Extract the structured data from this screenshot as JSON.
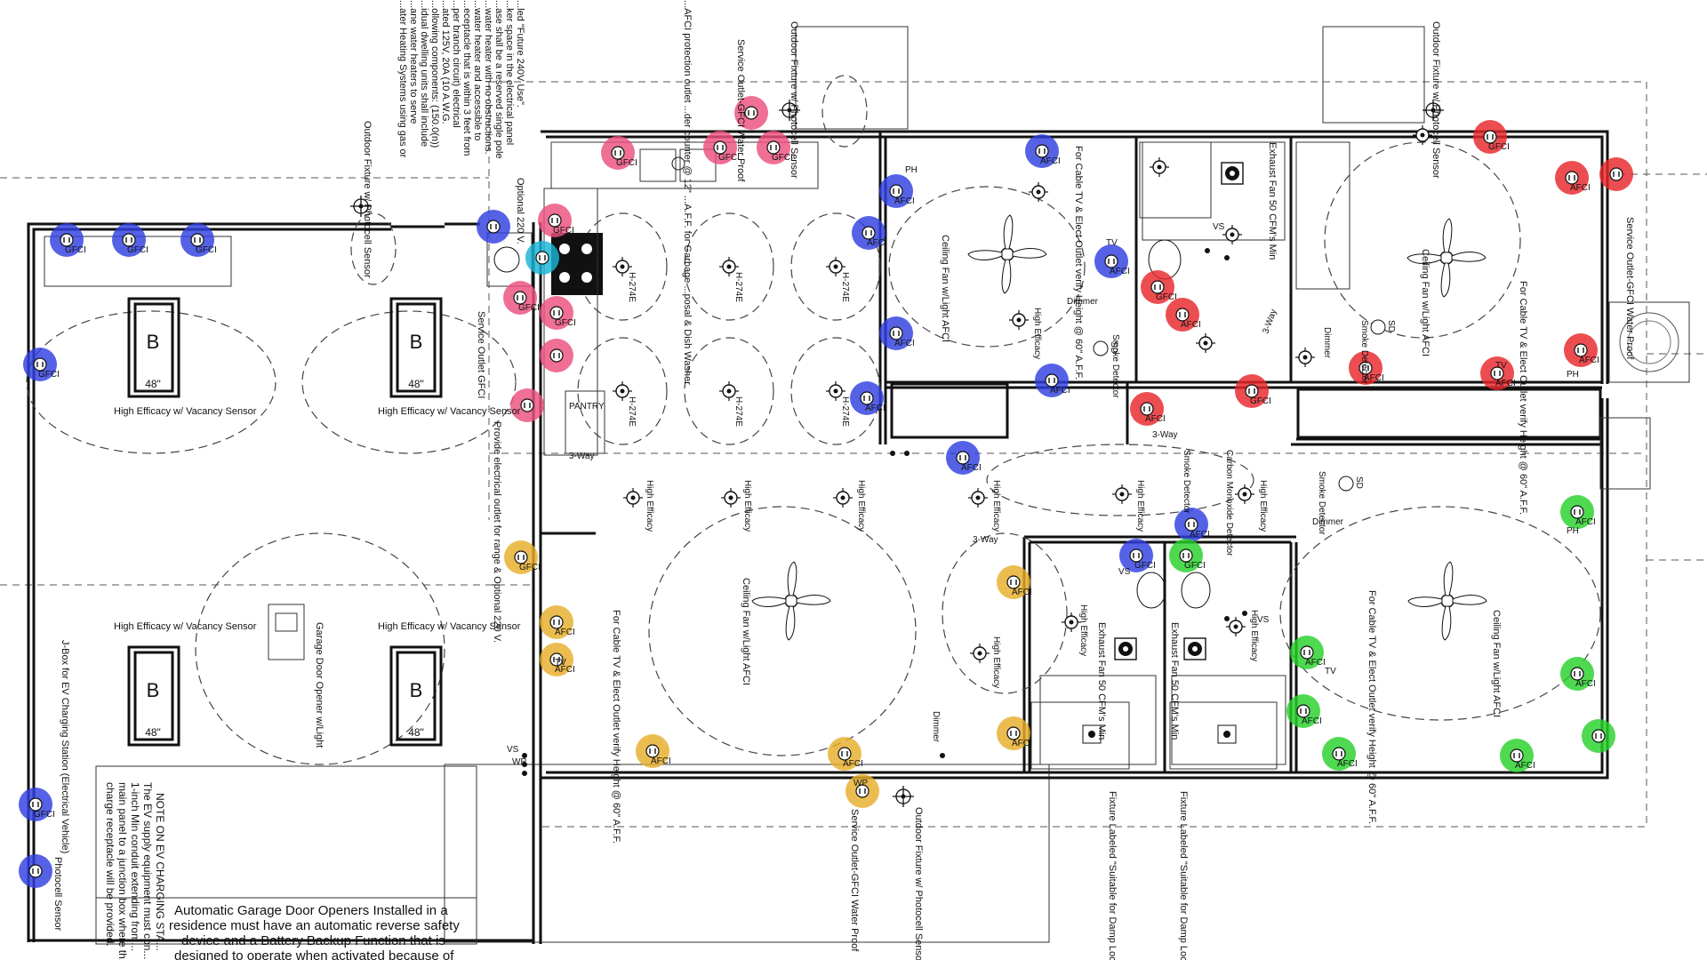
{
  "legend_colors": {
    "red": "#e8262b",
    "pink": "#ec4f7e",
    "blue": "#2f3fe0",
    "cyan": "#19b4d6",
    "yellow": "#e6ad2a",
    "green": "#27d12b"
  },
  "markers": {
    "gfci": "GFCI",
    "afci": "AFCI",
    "tv": "TV",
    "ph": "PH",
    "wp": "WP",
    "sd": "SD",
    "vs": "VS",
    "fixture": "H-274E",
    "bay_letter": "B",
    "bay_size": "48\"",
    "pantry": "PANTRY",
    "three_way": "3-Way",
    "dimmer": "Dimmer",
    "high_efficacy": "High Efficacy",
    "ceiling_fan": "Ceiling Fan w/Light AFCI",
    "exhaust_fan": "Exhaust Fan 50 CFM's Min",
    "cable_tv": "For Cable TV & Elect Outlet verify Height @ 60\" A.F.F.",
    "vacancy": "High Efficacy w/ Vacancy Sensor",
    "outdoor_fixture": "Outdoor Fixture w/ Photocell Sensor",
    "service_outlet": "Service Outlet-GFCI Water Proof",
    "damp": "Fixture Labeled \"Suitable for Damp Locations\"",
    "smoke": "Smoke Detector",
    "co": "Carbon Monoxide Detector"
  },
  "labels": {
    "service_gfci": "Service Outlet GFCI",
    "optional_220": "Optional 220 V.",
    "range_outlet": "Provide electrical outlet for range & Optional 220 V.",
    "garage_opener": "Garage Door Opener w/Light",
    "ev_jbox": "J-Box for EV Charging Station (Electrical Vehicle)",
    "photocell": "Photocell Sensor",
    "service_top": "Service Outlet-GFCI Water Proof",
    "sink_text": "...AFCI protection outlet ...der counter @ 12\" ...A.F.F. for Garbage ...posal & Dish Washer"
  },
  "water_heater_note": [
    "...ater Heating Systems using gas or",
    "...ane water heaters to serve",
    "...idual dwelling units shall include",
    "...ollowing components: (150.0(n))",
    "...ated 125V, 20A (10 A.W.G.",
    "...per branch circuit) electrical",
    "...eceptacle that is within 3 feet from",
    "...water heater and accessible to",
    "...water heater with no obstructions.",
    "...ase shall be a reserved single pole",
    "...ker space in the electrical panel",
    "...led \"Future 240V Use\"."
  ],
  "ev_note": [
    "NOTE ON EV CHARGING STA...",
    "The EV supply equipment must con...",
    "1-inch Min conduit extending from...",
    "main panel to a junction box where th...",
    "charge receptacle will be provided."
  ],
  "garage_note": [
    "Automatic Garage Door Openers Installed in a",
    "residence must have an automatic reverse safety",
    "device and a Battery Backup Function that is",
    "designed to operate when activated because of"
  ]
}
